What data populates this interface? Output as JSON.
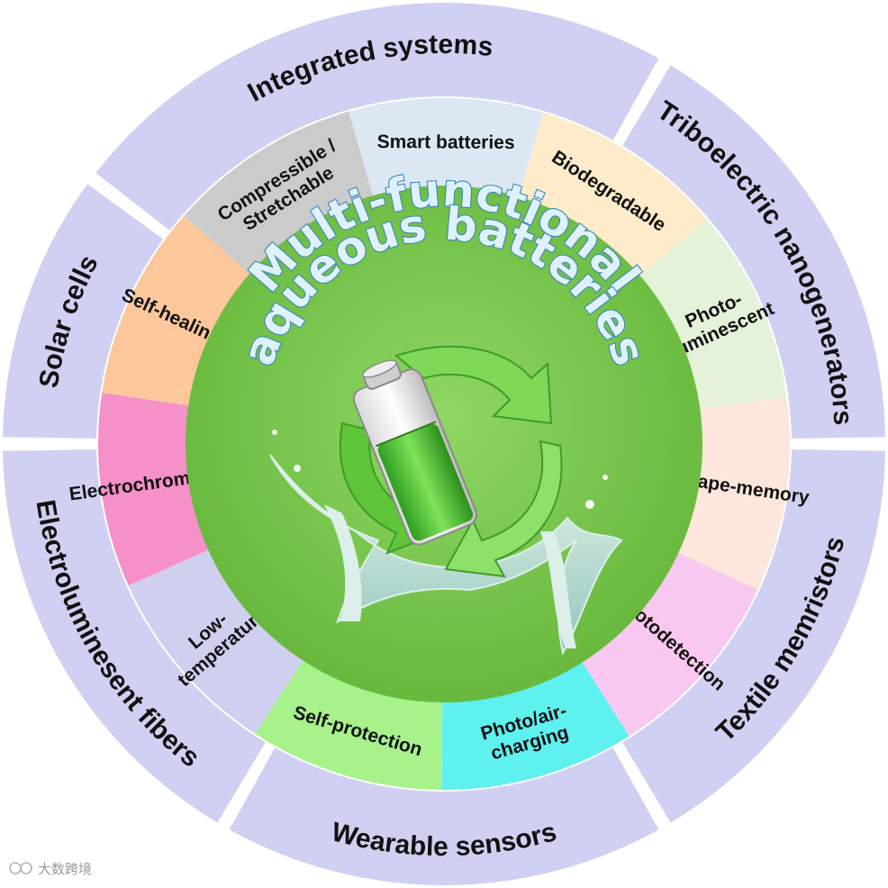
{
  "title": {
    "line1": "Multi-functional",
    "line2": "aqueous batteries"
  },
  "outer_ring": {
    "segments": [
      {
        "label": "Integrated systems"
      },
      {
        "label": "Triboelectric nanogenerators"
      },
      {
        "label": "Textile memristors"
      },
      {
        "label": "Wearable sensors"
      },
      {
        "label": "Electroluminesent fibers"
      },
      {
        "label": "Solar cells"
      }
    ]
  },
  "inner_ring": {
    "segments": [
      {
        "label": "Smart batteries",
        "color": "#dbe8f4"
      },
      {
        "label": "Biodegradable",
        "color": "#fdebc9"
      },
      {
        "lines": [
          "Photo-",
          "luminescent"
        ],
        "color": "#e3f2d9"
      },
      {
        "label": "Shape-memory",
        "color": "#fde6dc"
      },
      {
        "label": "Photodetection",
        "color": "#f8c8f0"
      },
      {
        "lines": [
          "Photo/air-",
          "charging"
        ],
        "color": "#5ff0f0"
      },
      {
        "label": "Self-protection",
        "color": "#a7f28a"
      },
      {
        "lines": [
          "Low-",
          "temperature"
        ],
        "color": "#cfcff0"
      },
      {
        "label": "Electrochromism",
        "color": "#f590c8"
      },
      {
        "label": "Self-healing",
        "color": "#fcc79b"
      },
      {
        "lines": [
          "Compressible /",
          "Stretchable"
        ],
        "color": "#cbcbcb"
      }
    ]
  },
  "colors": {
    "outer_ring": "#d0d0f2",
    "center_green": "#75c44a",
    "title_fill": "#dff1fb",
    "title_stroke": "#3a86b8"
  },
  "center_icons": [
    "battery-icon",
    "recycle-arrows-icon",
    "water-splash-icon"
  ],
  "watermark": {
    "text": "大数跨境"
  }
}
